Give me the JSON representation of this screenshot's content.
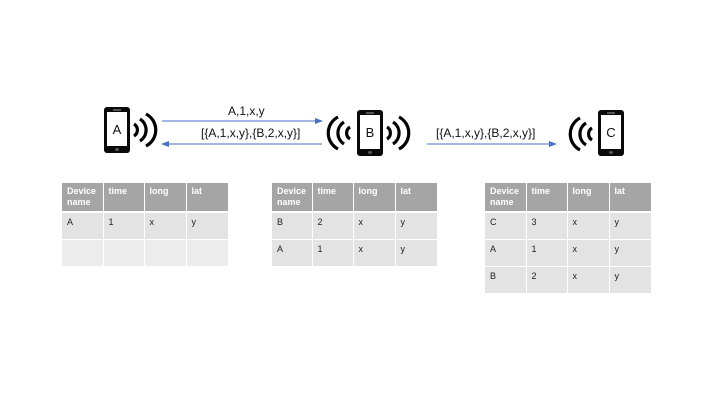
{
  "devices": {
    "a": {
      "label": "A"
    },
    "b": {
      "label": "B"
    },
    "c": {
      "label": "C"
    }
  },
  "messages": {
    "a_to_b": "A,1,x,y",
    "b_to_a": "[{A,1,x,y},{B,2,x,y}]",
    "b_to_c": "[{A,1,x,y},{B,2,x,y}]"
  },
  "tables": {
    "headers": {
      "device": "Device name",
      "time": "time",
      "long": "long",
      "lat": "lat"
    },
    "a": {
      "rows": [
        {
          "device": "A",
          "time": "1",
          "long": "x",
          "lat": "y"
        }
      ]
    },
    "b": {
      "rows": [
        {
          "device": "B",
          "time": "2",
          "long": "x",
          "lat": "y"
        },
        {
          "device": "A",
          "time": "1",
          "long": "x",
          "lat": "y"
        }
      ]
    },
    "c": {
      "rows": [
        {
          "device": "C",
          "time": "3",
          "long": "x",
          "lat": "y"
        },
        {
          "device": "A",
          "time": "1",
          "long": "x",
          "lat": "y"
        },
        {
          "device": "B",
          "time": "2",
          "long": "x",
          "lat": "y"
        }
      ]
    }
  },
  "colors": {
    "arrow": "#4472c4",
    "header": "#a5a5a5",
    "cell": "#e3e3e3"
  }
}
